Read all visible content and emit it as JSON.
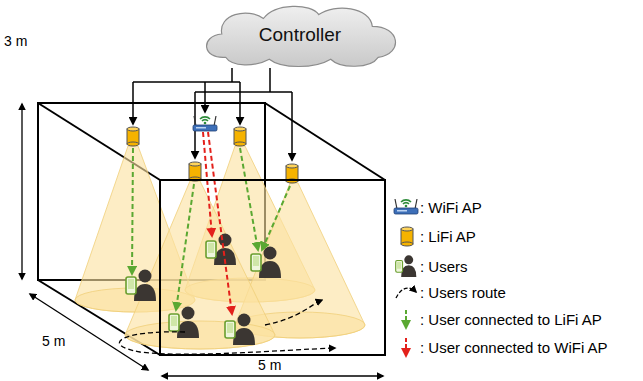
{
  "diagram": {
    "nodes": [
      {
        "text": [
          "Controller"
        ]
      }
    ],
    "labels": [
      "3 m",
      "5 m",
      "5 m"
    ],
    "legend": [
      {
        "text": ": WiFi AP"
      },
      {
        "text": ": LiFi AP"
      },
      {
        "text": ": Users"
      },
      {
        "text": ": Users route"
      },
      {
        "text": ": User connected to LiFi AP"
      },
      {
        "text": ": User connected to WiFi AP"
      }
    ]
  }
}
